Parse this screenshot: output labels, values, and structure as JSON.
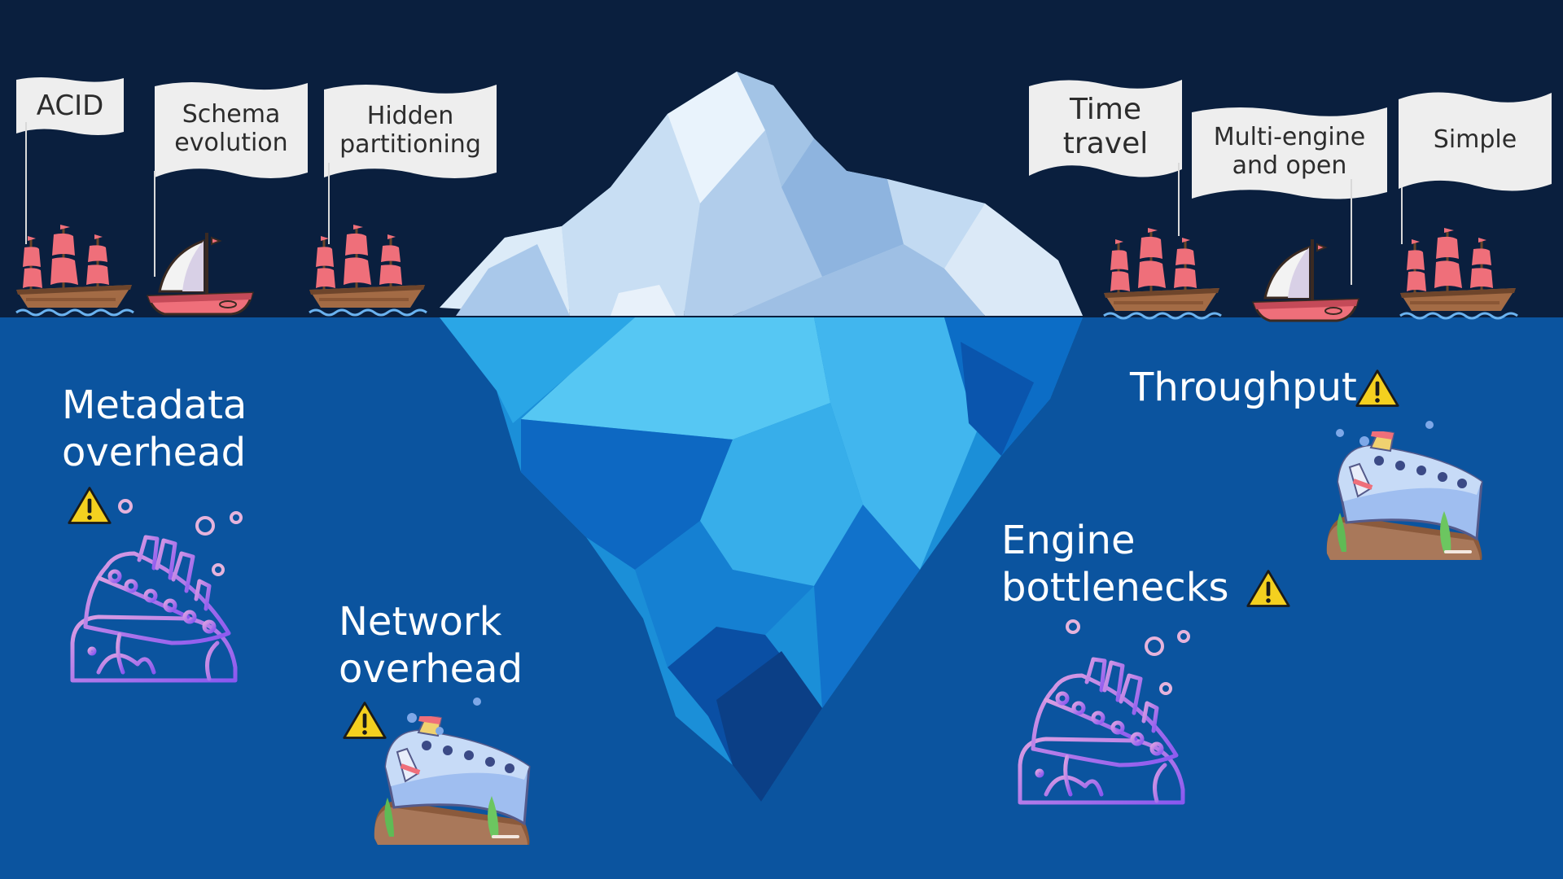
{
  "colors": {
    "sky": "#0a1f3e",
    "sea": "#0b549f",
    "flag": "#eeeeee",
    "flag_text": "#2c2c2c",
    "sail": "#ef6f7a",
    "hull": "#a36b45",
    "warning": "#f4d01f",
    "wreck_gradient_start": "#d59be0",
    "wreck_gradient_end": "#8a58f0",
    "label_text": "#ffffff"
  },
  "surface_features": [
    {
      "line1": "ACID",
      "line2": "",
      "vessel": "ship"
    },
    {
      "line1": "Schema",
      "line2": "evolution",
      "vessel": "sailboat"
    },
    {
      "line1": "Hidden",
      "line2": "partitioning",
      "vessel": "ship"
    },
    {
      "line1": "Time",
      "line2": "travel",
      "vessel": "ship"
    },
    {
      "line1": "Multi-engine",
      "line2": "and open",
      "vessel": "sailboat"
    },
    {
      "line1": "Simple",
      "line2": "",
      "vessel": "ship"
    }
  ],
  "hidden_risks": [
    {
      "line1": "Metadata",
      "line2": "overhead",
      "icon": "warning-icon"
    },
    {
      "line1": "Network",
      "line2": "overhead",
      "icon": "warning-icon"
    },
    {
      "line1": "Engine",
      "line2": "bottlenecks",
      "icon": "warning-icon"
    },
    {
      "line1": "Throughput",
      "line2": "",
      "icon": "warning-icon"
    }
  ]
}
